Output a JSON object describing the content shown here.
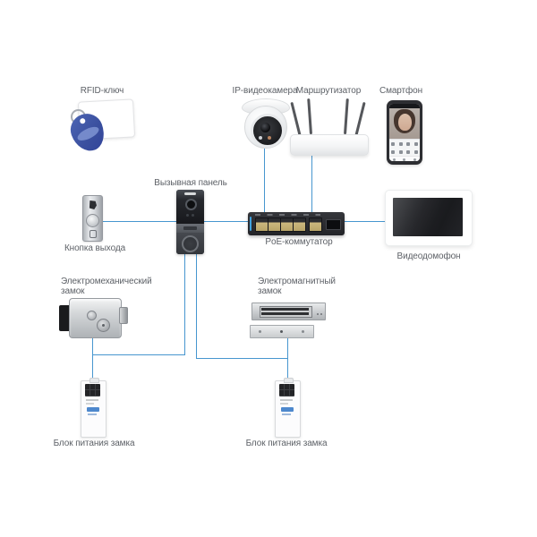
{
  "diagram": {
    "type": "connection-scheme",
    "colors": {
      "cable": "#4796cf",
      "label": "#5d6167",
      "fob-blue": "#31439a",
      "led-blue": "#41a2de",
      "port-brass": "#cdb97f",
      "logo-blue": "#3a7bc8"
    },
    "nodes": {
      "rfid_key": {
        "label": "RFID-ключ"
      },
      "ip_camera": {
        "label": "IP-видеокамера"
      },
      "router": {
        "label": "Маршрутизатор"
      },
      "smartphone": {
        "label": "Смартфон"
      },
      "call_panel": {
        "label": "Вызывная панель"
      },
      "exit_button": {
        "label": "Кнопка выхода"
      },
      "poe_switch": {
        "label": "PoE-коммутатор"
      },
      "video_intercom": {
        "label": "Видеодомофон"
      },
      "electromech_lock": {
        "label_line1": "Электромеханический",
        "label_line2": "замок"
      },
      "electromag_lock": {
        "label_line1": "Электромагнитный",
        "label_line2": "замок"
      },
      "psu_left": {
        "label": "Блок питания замка"
      },
      "psu_right": {
        "label": "Блок питания замка"
      }
    }
  }
}
